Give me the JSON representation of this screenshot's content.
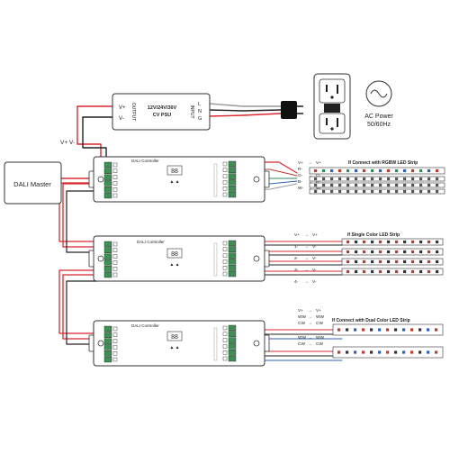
{
  "psu": {
    "output_label": "OUTPUT",
    "v_plus": "V+",
    "v_minus": "V-",
    "title_line1": "12V/24V/36V",
    "title_line2": "CV PSU",
    "input_label": "INPUT",
    "l": "L",
    "n": "N",
    "g": "G"
  },
  "power_lead_label": "V+  V-",
  "dali_master": "DALI Master",
  "ac_power": {
    "line1": "AC Power",
    "line2": "50/60Hz"
  },
  "controllers": [
    {
      "title": "DALI Controller",
      "display": "88"
    },
    {
      "title": "DALI Controller",
      "display": "88"
    },
    {
      "title": "DALI Controller",
      "display": "88"
    }
  ],
  "strips": [
    {
      "title": "If Connect with RGBW LED Strip",
      "legend": [
        {
          "from": "V+",
          "to": "V+"
        },
        {
          "from": "R-",
          "to": "R-"
        },
        {
          "from": "G-",
          "to": "G-"
        },
        {
          "from": "B-",
          "to": "B-"
        },
        {
          "from": "W-",
          "to": "W-"
        }
      ]
    },
    {
      "title": "If Single Color LED Strip",
      "legend": [
        {
          "from": "V+",
          "to": "V+"
        },
        {
          "from": "1-",
          "to": "V-"
        },
        {
          "from": "2-",
          "to": "V-"
        },
        {
          "from": "3-",
          "to": "V-"
        },
        {
          "from": "4-",
          "to": "V-"
        }
      ]
    },
    {
      "title": "If Connect with Dual Color LED Strip",
      "legend": [
        {
          "from": "V+",
          "to": "V+"
        },
        {
          "from": "WW",
          "to": "WW"
        },
        {
          "from": "CW",
          "to": "CW"
        },
        {
          "from": "WW",
          "to": "WW"
        },
        {
          "from": "CW",
          "to": "CW"
        }
      ]
    }
  ],
  "colors": {
    "wire_red": "#d8282e",
    "wire_gray": "#9a9a9a",
    "wire_black": "#222222",
    "controller_fill": "#ffffff",
    "stroke": "#333333",
    "terminal_green": "#3f8f55",
    "led_red": "#c0392b",
    "led_green": "#2e8b57",
    "led_blue": "#2f5fb8"
  }
}
